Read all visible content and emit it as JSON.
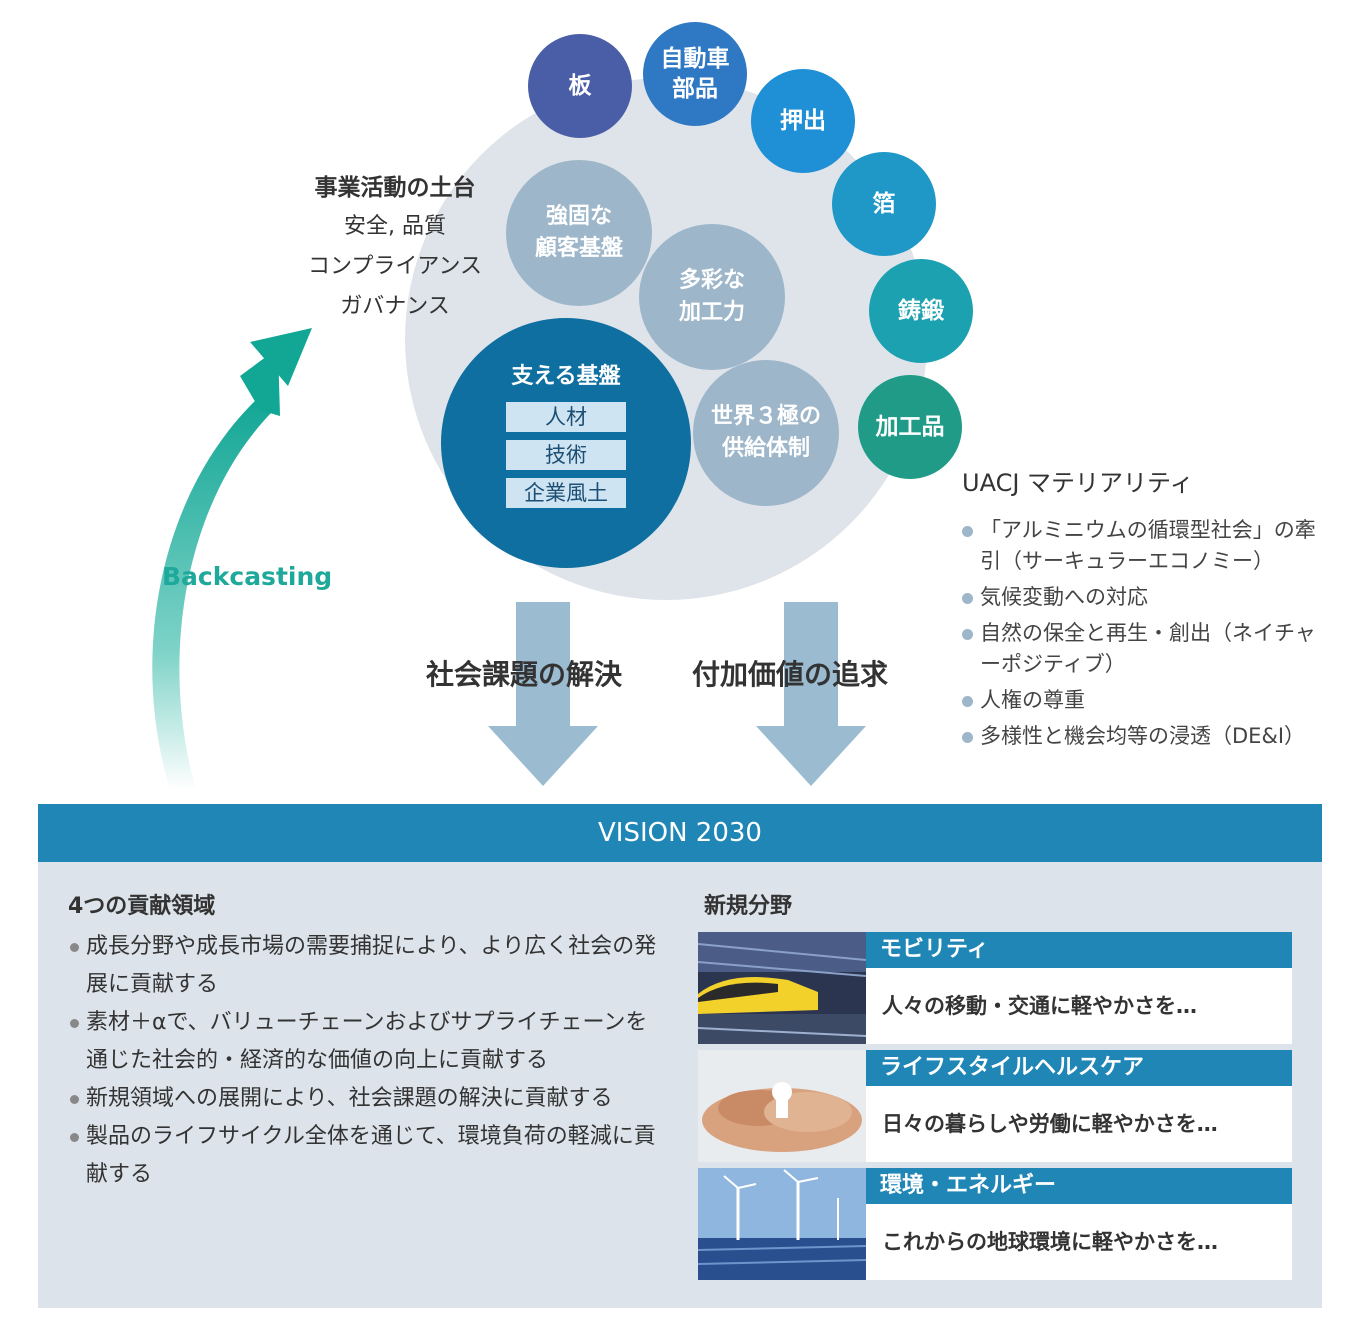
{
  "foundation": {
    "title": "事業活動の土台",
    "lines": [
      "安全, 品質",
      "コンプライアンス",
      "ガバナンス"
    ]
  },
  "backcasting": "Backcasting",
  "ring_circles": [
    {
      "label": "板",
      "color": "#4a5ea8"
    },
    {
      "label": "自動車\n部品",
      "color": "#2f78c4"
    },
    {
      "label": "押出",
      "color": "#1f8fd6"
    },
    {
      "label": "箔",
      "color": "#1f98c8"
    },
    {
      "label": "鋳鍛",
      "color": "#1ca1b0"
    },
    {
      "label": "加工品",
      "color": "#1f9b87"
    }
  ],
  "inner_circles": {
    "customer_base": "強固な\n顧客基盤",
    "processing": "多彩な\n加工力",
    "supply": "世界３極の\n供給体制"
  },
  "support": {
    "title": "支える基盤",
    "items": [
      "人材",
      "技術",
      "企業風土"
    ]
  },
  "arrows": {
    "left_label": "社会課題の解決",
    "right_label": "付加価値の追求"
  },
  "materiality": {
    "title": "UACJ マテリアリティ",
    "items": [
      "「アルミニウムの循環型社会」の牽引（サーキュラーエコノミー）",
      "気候変動への対応",
      "自然の保全と再生・創出（ネイチャーポジティブ）",
      "人権の尊重",
      "多様性と機会均等の浸透（DE&I）"
    ]
  },
  "vision": {
    "title": "VISION 2030",
    "contribution": {
      "title": "4つの貢献領域",
      "items": [
        "成長分野や成長市場の需要捕捉により、より広く社会の発展に貢献する",
        "素材＋αで、バリューチェーンおよびサプライチェーンを通じた社会的・経済的な価値の向上に貢献する",
        "新規領域への展開により、社会課題の解決に貢献する",
        "製品のライフサイクル全体を通じて、環境負荷の軽減に貢献する"
      ]
    },
    "new_fields": {
      "title": "新規分野",
      "items": [
        {
          "name": "モビリティ",
          "desc": "人々の移動・交通に軽やかさを…"
        },
        {
          "name": "ライフスタイルヘルスケア",
          "desc": "日々の暮らしや労働に軽やかさを…"
        },
        {
          "name": "環境・エネルギー",
          "desc": "これからの地球環境に軽やかさを…"
        }
      ]
    }
  }
}
